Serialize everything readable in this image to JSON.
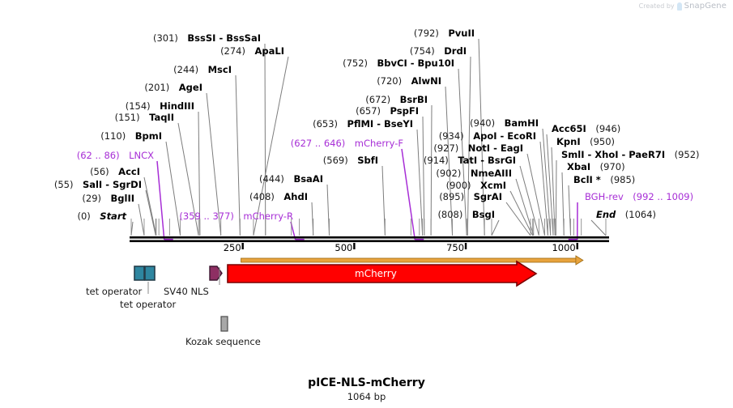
{
  "watermark": {
    "prefix": "Created by",
    "brand": "SnapGene"
  },
  "plasmid": {
    "name": "pICE-NLS-mCherry",
    "length_label": "1064 bp",
    "length_bp": 1064
  },
  "ruler": {
    "start_label": "Start",
    "start_pos": "(0)",
    "end_label": "End",
    "end_pos": "(1064)",
    "ticks": [
      250,
      500,
      750,
      1000
    ],
    "tick_labels": [
      "250",
      "500",
      "750",
      "1000"
    ]
  },
  "sites_left": [
    {
      "pos": "(301)",
      "name": "BssSI  -  BssSaI",
      "at": 301
    },
    {
      "pos": "(274)",
      "name": "ApaLI",
      "at": 274
    },
    {
      "pos": "(244)",
      "name": "MscI",
      "at": 244
    },
    {
      "pos": "(201)",
      "name": "AgeI",
      "at": 201
    },
    {
      "pos": "(154)",
      "name": "HindIII",
      "at": 154
    },
    {
      "pos": "(151)",
      "name": "TaqII",
      "at": 151
    },
    {
      "pos": "(110)",
      "name": "BpmI",
      "at": 110
    },
    {
      "pos": "(62 .. 86)",
      "name": "LNCX",
      "at": 74,
      "primer": true
    },
    {
      "pos": "(56)",
      "name": "AccI",
      "at": 56
    },
    {
      "pos": "(55)",
      "name": "SalI  -  SgrDI",
      "at": 55
    },
    {
      "pos": "(29)",
      "name": "BglII",
      "at": 29
    },
    {
      "pos": "(0)",
      "name": "Start",
      "at": 0,
      "terminus": true
    }
  ],
  "sites_mid": [
    {
      "pos": "(444)",
      "name": "BsaAI",
      "at": 444
    },
    {
      "pos": "(408)",
      "name": "AhdI",
      "at": 408
    },
    {
      "pos": "(359 .. 377)",
      "name": "mCherry-R",
      "at": 368,
      "primer": true
    }
  ],
  "sites_center": [
    {
      "pos": "(792)",
      "name": "PvuII",
      "at": 792
    },
    {
      "pos": "(754)",
      "name": "DrdI",
      "at": 754
    },
    {
      "pos": "(752)",
      "name": "BbvCI  -  Bpu10I",
      "at": 752
    },
    {
      "pos": "(720)",
      "name": "AlwNI",
      "at": 720
    },
    {
      "pos": "(672)",
      "name": "BsrBI",
      "at": 672
    },
    {
      "pos": "(657)",
      "name": "PspFI",
      "at": 657
    },
    {
      "pos": "(653)",
      "name": "PflMI  -  BseYI",
      "at": 653
    },
    {
      "pos": "(627 .. 646)",
      "name": "mCherry-F",
      "at": 636,
      "primer": true
    },
    {
      "pos": "(569)",
      "name": "SbfI",
      "at": 569
    }
  ],
  "sites_right_inner": [
    {
      "pos": "(940)",
      "name": "BamHI",
      "at": 940
    },
    {
      "pos": "(934)",
      "name": "ApoI  -  EcoRI",
      "at": 934
    },
    {
      "pos": "(927)",
      "name": "NotI  -  EagI",
      "at": 927
    },
    {
      "pos": "(914)",
      "name": "TatI  -  BsrGI",
      "at": 914
    },
    {
      "pos": "(902)",
      "name": "NmeAIII",
      "at": 902
    },
    {
      "pos": "(900)",
      "name": "XcmI",
      "at": 900
    },
    {
      "pos": "(895)",
      "name": "SgrAI",
      "at": 895
    },
    {
      "pos": "(808)",
      "name": "BsgI",
      "at": 808
    }
  ],
  "sites_right_outer": [
    {
      "name": "Acc65I",
      "pos": "(946)",
      "at": 946
    },
    {
      "name": "KpnI",
      "pos": "(950)",
      "at": 950
    },
    {
      "name": "SmlI  -  XhoI  -  PaeR7I",
      "pos": "(952)",
      "at": 952
    },
    {
      "name": "XbaI",
      "pos": "(970)",
      "at": 970
    },
    {
      "name": "BclI *",
      "pos": "(985)",
      "at": 985
    },
    {
      "name": "BGH-rev",
      "pos": "(992 .. 1009)",
      "at": 1000,
      "primer": true
    },
    {
      "name": "End",
      "pos": "(1064)",
      "at": 1064,
      "terminus": true
    }
  ],
  "features": [
    {
      "label": "tet operator",
      "name": "tet-operator-1",
      "color": "#2E86A0"
    },
    {
      "label": "tet operator",
      "name": "tet-operator-2",
      "color": "#2E86A0"
    },
    {
      "label": "SV40 NLS",
      "name": "sv40-nls",
      "color": "#8E2F63"
    },
    {
      "label": "Kozak sequence",
      "name": "kozak",
      "color": "#A8A8A8"
    },
    {
      "label": "mCherry",
      "name": "mcherry",
      "color": "#FF0000"
    }
  ],
  "orf": {
    "color": "#E8A33D"
  },
  "colors": {
    "primer": "#a72ed6",
    "backbone": "#000000",
    "mcherry": "#FF0000",
    "orf_bar": "#E8A33D",
    "tet_operator": "#2E86A0",
    "nls": "#8E2F63",
    "kozak": "#A8A8A8"
  }
}
